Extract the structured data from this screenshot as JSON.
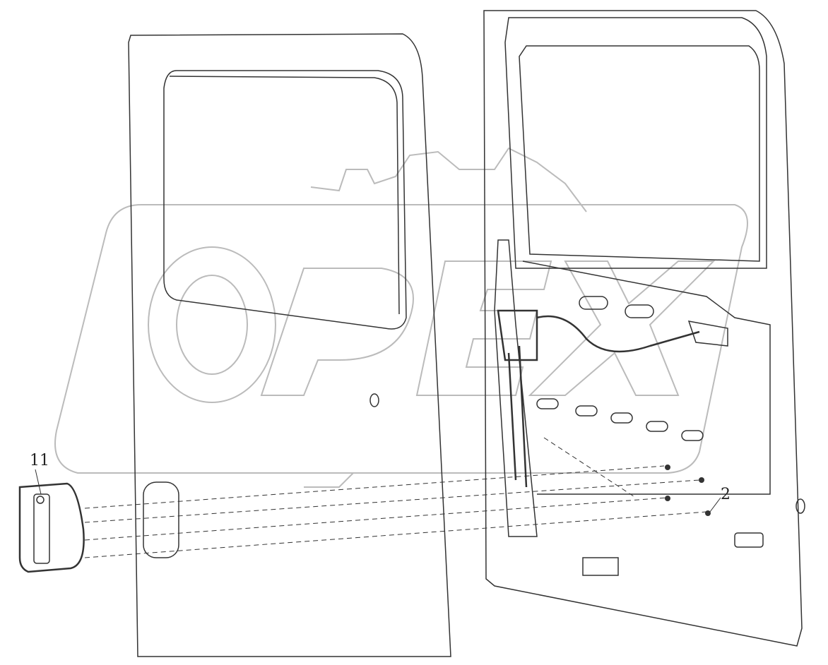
{
  "callouts": [
    {
      "id": "11",
      "part": "door-handle"
    },
    {
      "id": "2",
      "part": "fasteners"
    }
  ],
  "watermark": "OPEX",
  "colors": {
    "line": "#333333",
    "watermark": "#bbbbbb"
  }
}
